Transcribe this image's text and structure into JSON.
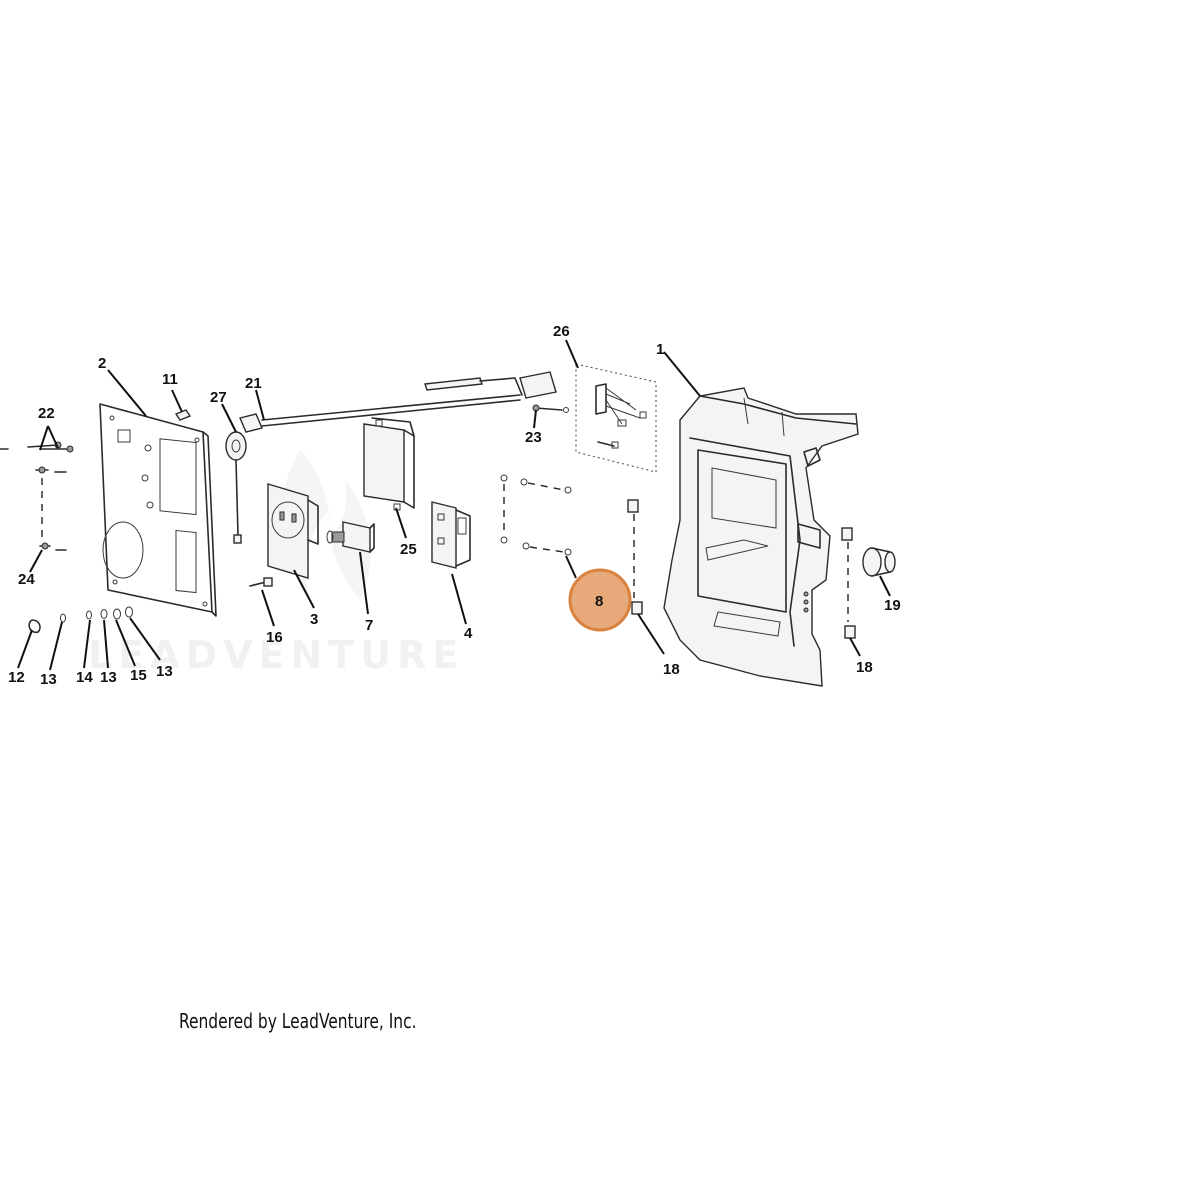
{
  "callouts": {
    "c1": "1",
    "c2": "2",
    "c3": "3",
    "c4": "4",
    "c7": "7",
    "c8": "8",
    "c11": "11",
    "c12": "12",
    "c13a": "13",
    "c13b": "13",
    "c13c": "13",
    "c14": "14",
    "c15": "15",
    "c16": "16",
    "c18a": "18",
    "c18b": "18",
    "c19": "19",
    "c21": "21",
    "c22": "22",
    "c23": "23",
    "c24": "24",
    "c25": "25",
    "c26": "26",
    "c27": "27"
  },
  "highlight": {
    "label": "8",
    "color": "#e8a97a",
    "stroke": "#d9823f"
  },
  "watermark": "LEADVENTURE",
  "footer": "Rendered by LeadVenture, Inc."
}
